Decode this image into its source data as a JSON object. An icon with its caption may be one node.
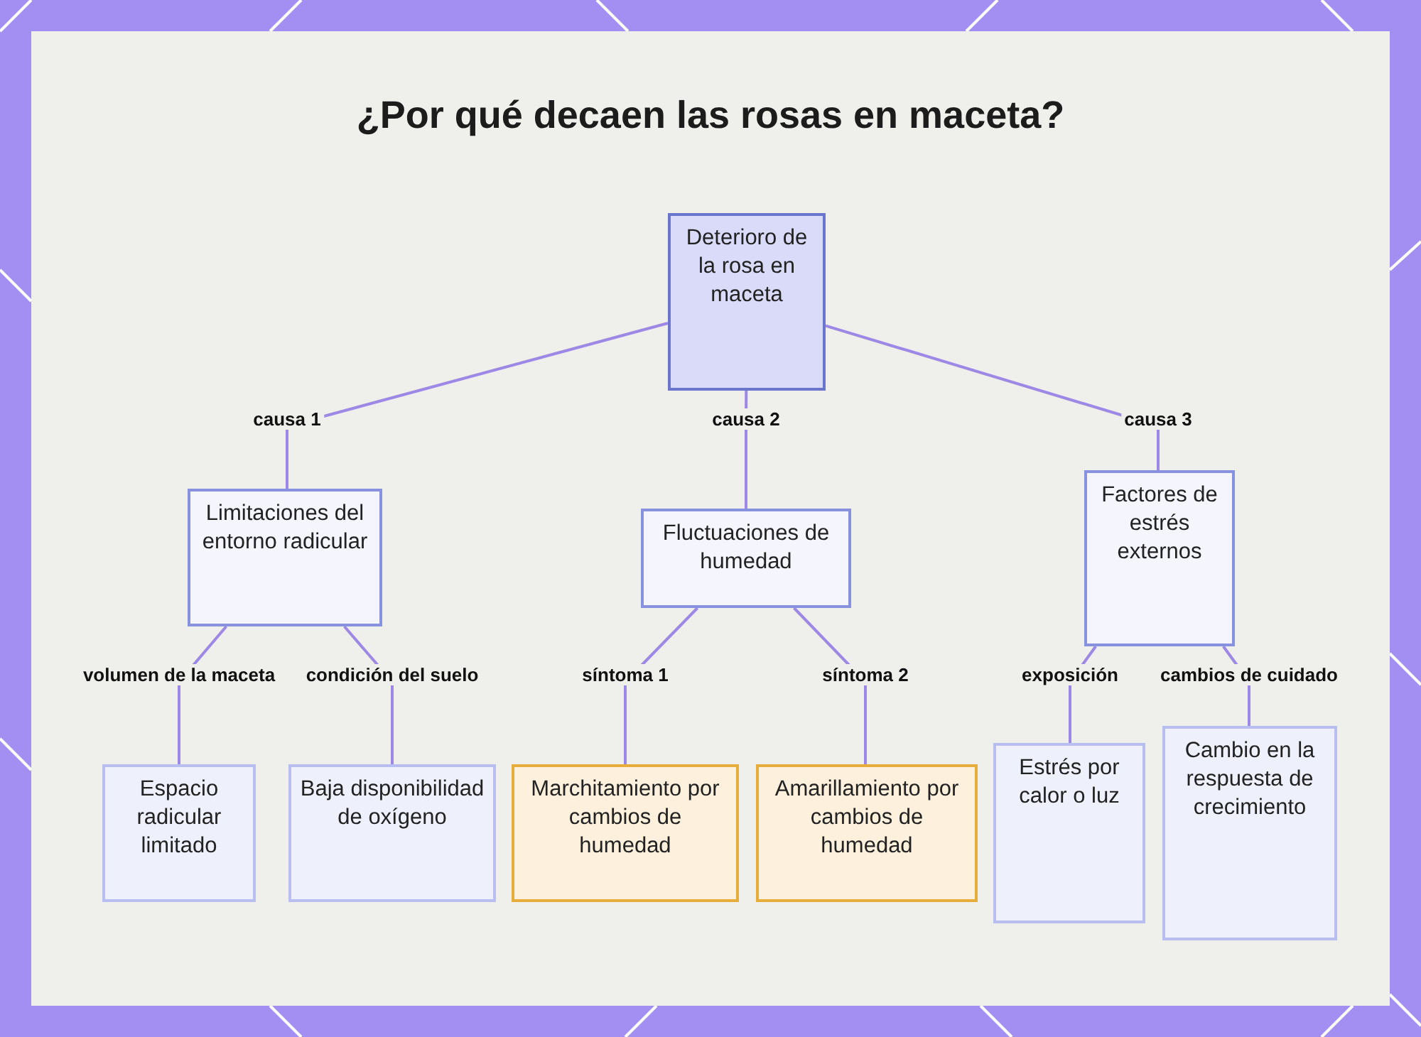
{
  "diagram": {
    "title": "¿Por qué decaen las rosas en maceta?",
    "nodes": [
      {
        "text": [
          "Deterioro de la rosa en maceta"
        ]
      },
      {
        "text": [
          "Limitaciones del entorno radicular"
        ]
      },
      {
        "text": [
          "Fluctuaciones de humedad"
        ]
      },
      {
        "text": [
          "Factores de estrés externos"
        ]
      },
      {
        "text": [
          "Espacio radicular limitado"
        ]
      },
      {
        "text": [
          "Baja disponibilidad de oxígeno"
        ]
      },
      {
        "text": [
          "Marchitamiento por cambios de humedad"
        ]
      },
      {
        "text": [
          "Amarillamiento por cambios de humedad"
        ]
      },
      {
        "text": [
          "Estrés por calor o luz"
        ]
      },
      {
        "text": [
          "Cambio en la respuesta de crecimiento"
        ]
      }
    ],
    "edges": [
      {
        "from": 0,
        "to": 1,
        "arrow": "none",
        "label": "causa 1"
      },
      {
        "from": 0,
        "to": 2,
        "arrow": "none",
        "label": "causa 2"
      },
      {
        "from": 0,
        "to": 3,
        "arrow": "none",
        "label": "causa 3"
      },
      {
        "from": 1,
        "to": 4,
        "arrow": "none",
        "label": "volumen de la maceta"
      },
      {
        "from": 1,
        "to": 5,
        "arrow": "none",
        "label": "condición del suelo"
      },
      {
        "from": 2,
        "to": 6,
        "arrow": "none",
        "label": "síntoma 1"
      },
      {
        "from": 2,
        "to": 7,
        "arrow": "none",
        "label": "síntoma 2"
      },
      {
        "from": 3,
        "to": 8,
        "arrow": "none",
        "label": "exposición"
      },
      {
        "from": 3,
        "to": 9,
        "arrow": "none",
        "label": "cambios de cuidado"
      }
    ]
  }
}
